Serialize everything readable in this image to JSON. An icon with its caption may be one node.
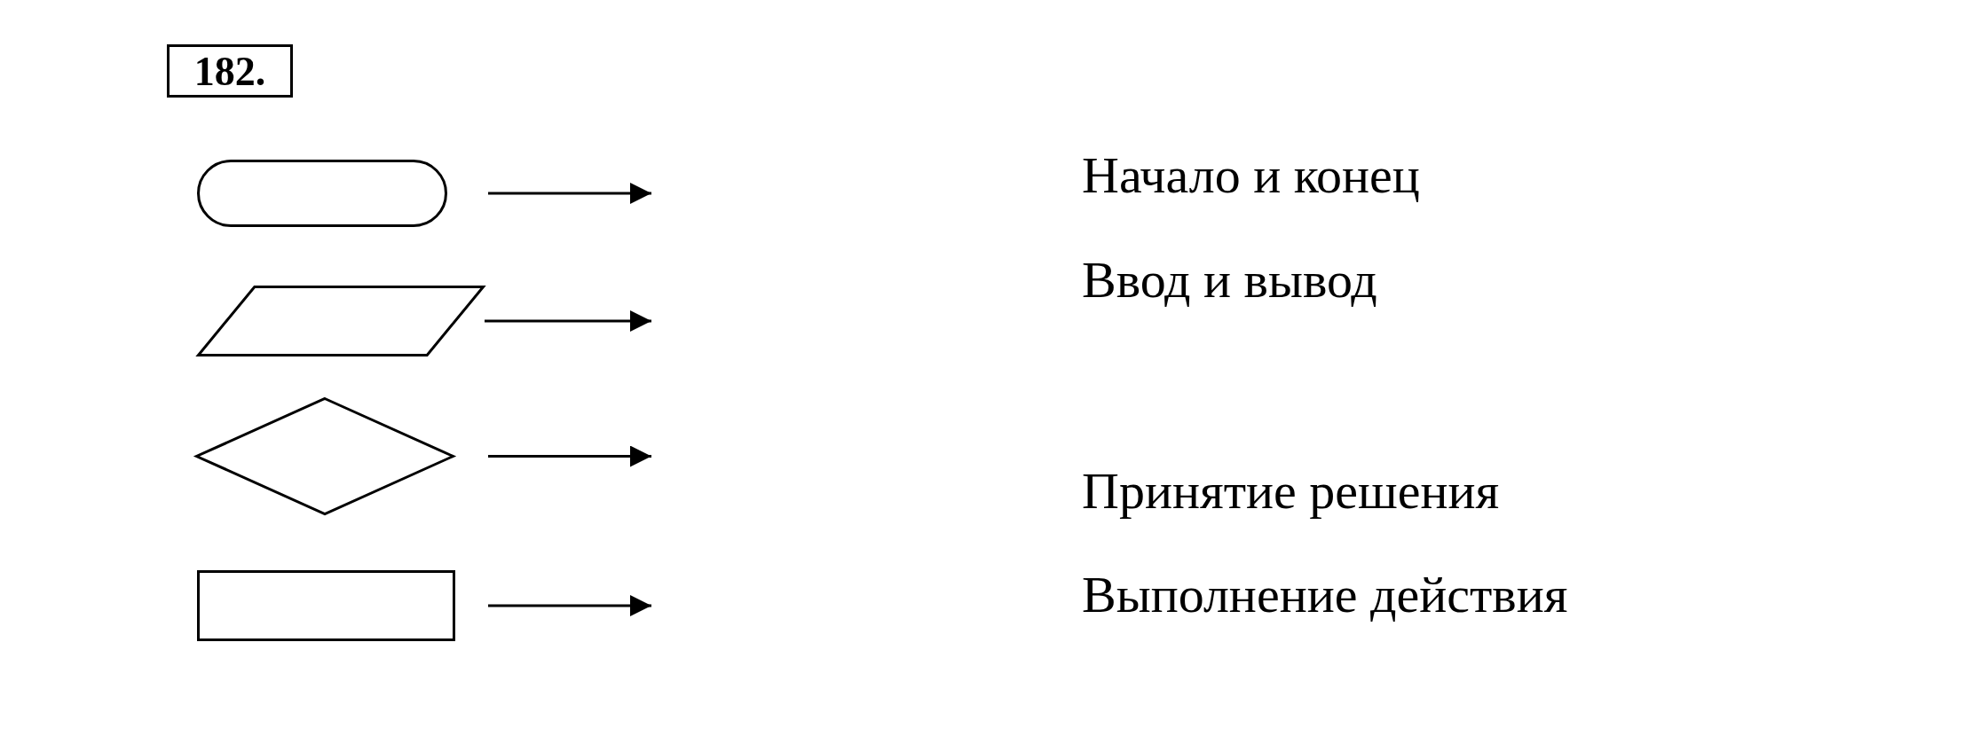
{
  "diagram": {
    "nodes": [
      {
        "text": [
          "182."
        ]
      },
      {
        "text": [],
        "shape": "pill"
      },
      {
        "text": [],
        "shape": "parallelogram"
      },
      {
        "text": [],
        "shape": "diamond"
      },
      {
        "text": [],
        "shape": "box"
      }
    ],
    "edges": [
      {
        "from": 1,
        "to": null,
        "arrow": "to"
      },
      {
        "from": 2,
        "to": null,
        "arrow": "to"
      },
      {
        "from": 3,
        "to": null,
        "arrow": "to"
      },
      {
        "from": 4,
        "to": null,
        "arrow": "to"
      }
    ],
    "labels": [
      "Начало и конец",
      "Ввод и вывод",
      "Принятие решения",
      "Выполнение действия"
    ]
  }
}
